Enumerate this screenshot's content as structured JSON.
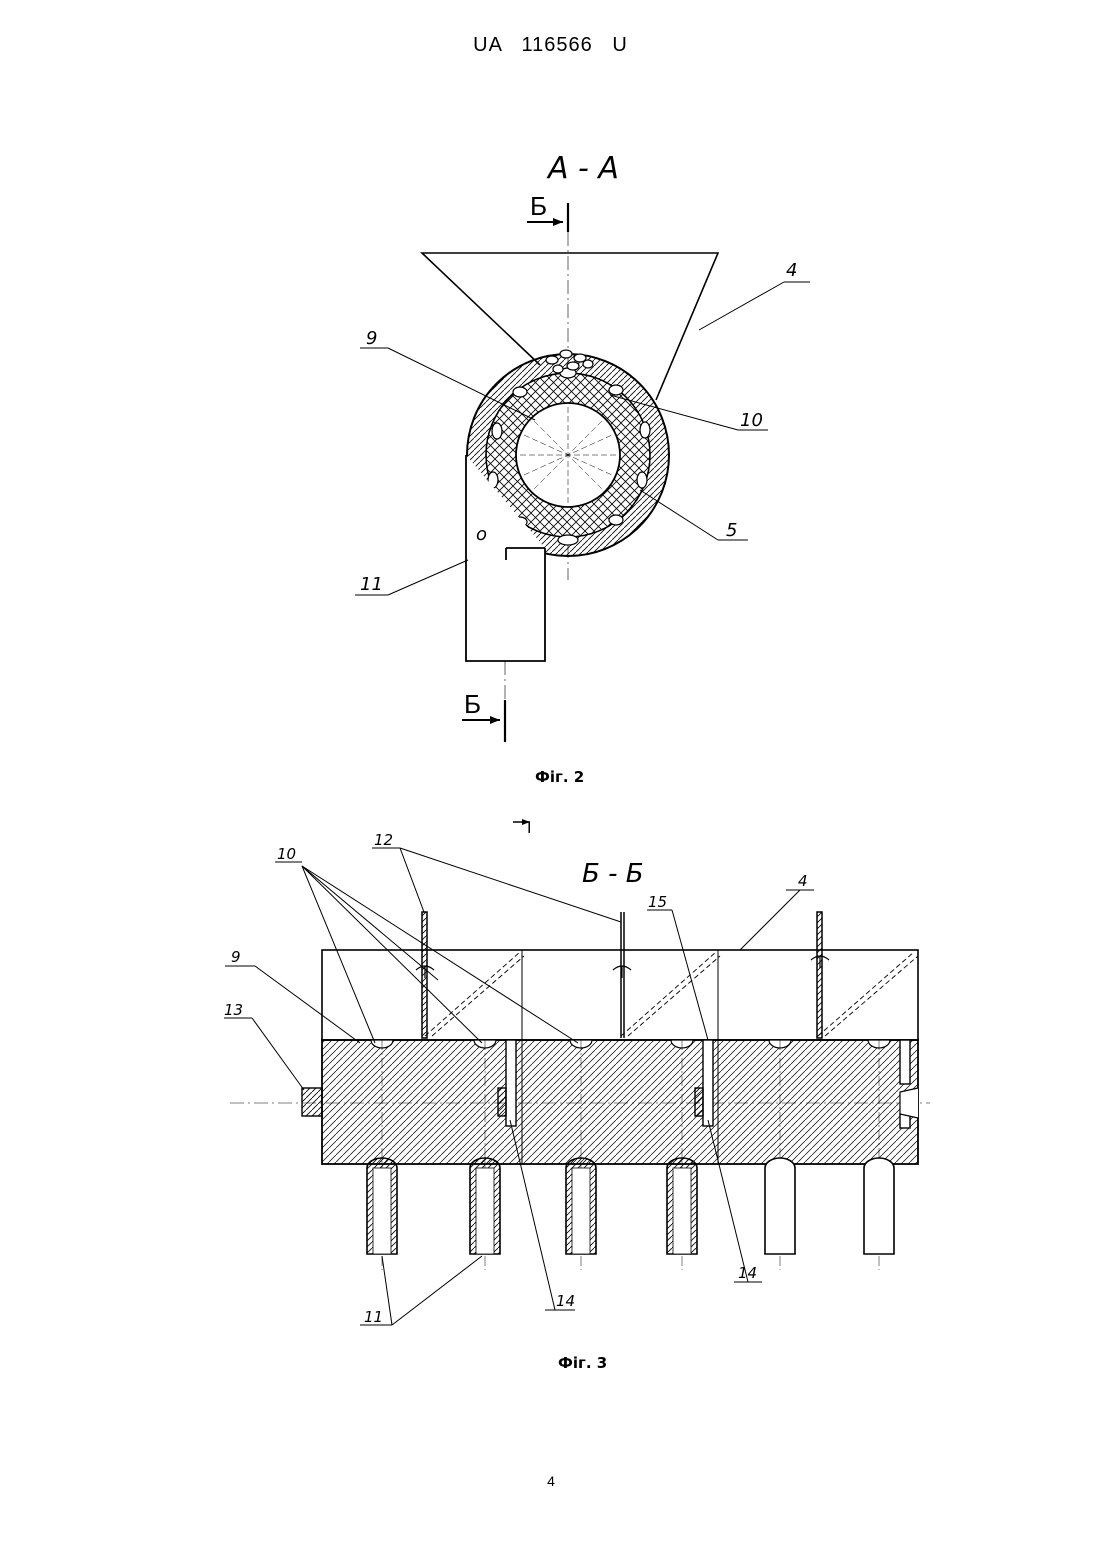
{
  "header": {
    "patent_number": "UA   116566   U"
  },
  "fig2": {
    "section_title": "А - А",
    "cut_label_top": "Б",
    "cut_label_bottom": "Б",
    "callouts": {
      "c4": "4",
      "c9": "9",
      "c10": "10",
      "c5": "5",
      "c11": "11",
      "c_o": "о"
    },
    "caption": "Фіг. 2"
  },
  "fig3": {
    "view_marker": "I",
    "section_title": "Б - Б",
    "callouts": {
      "c12": "12",
      "c10": "10",
      "c4": "4",
      "c15": "15",
      "c9": "9",
      "c13": "13",
      "c14a": "14",
      "c14b": "14",
      "c11": "11"
    },
    "caption": "Фіг. 3"
  },
  "footer": {
    "page_number": "4"
  }
}
